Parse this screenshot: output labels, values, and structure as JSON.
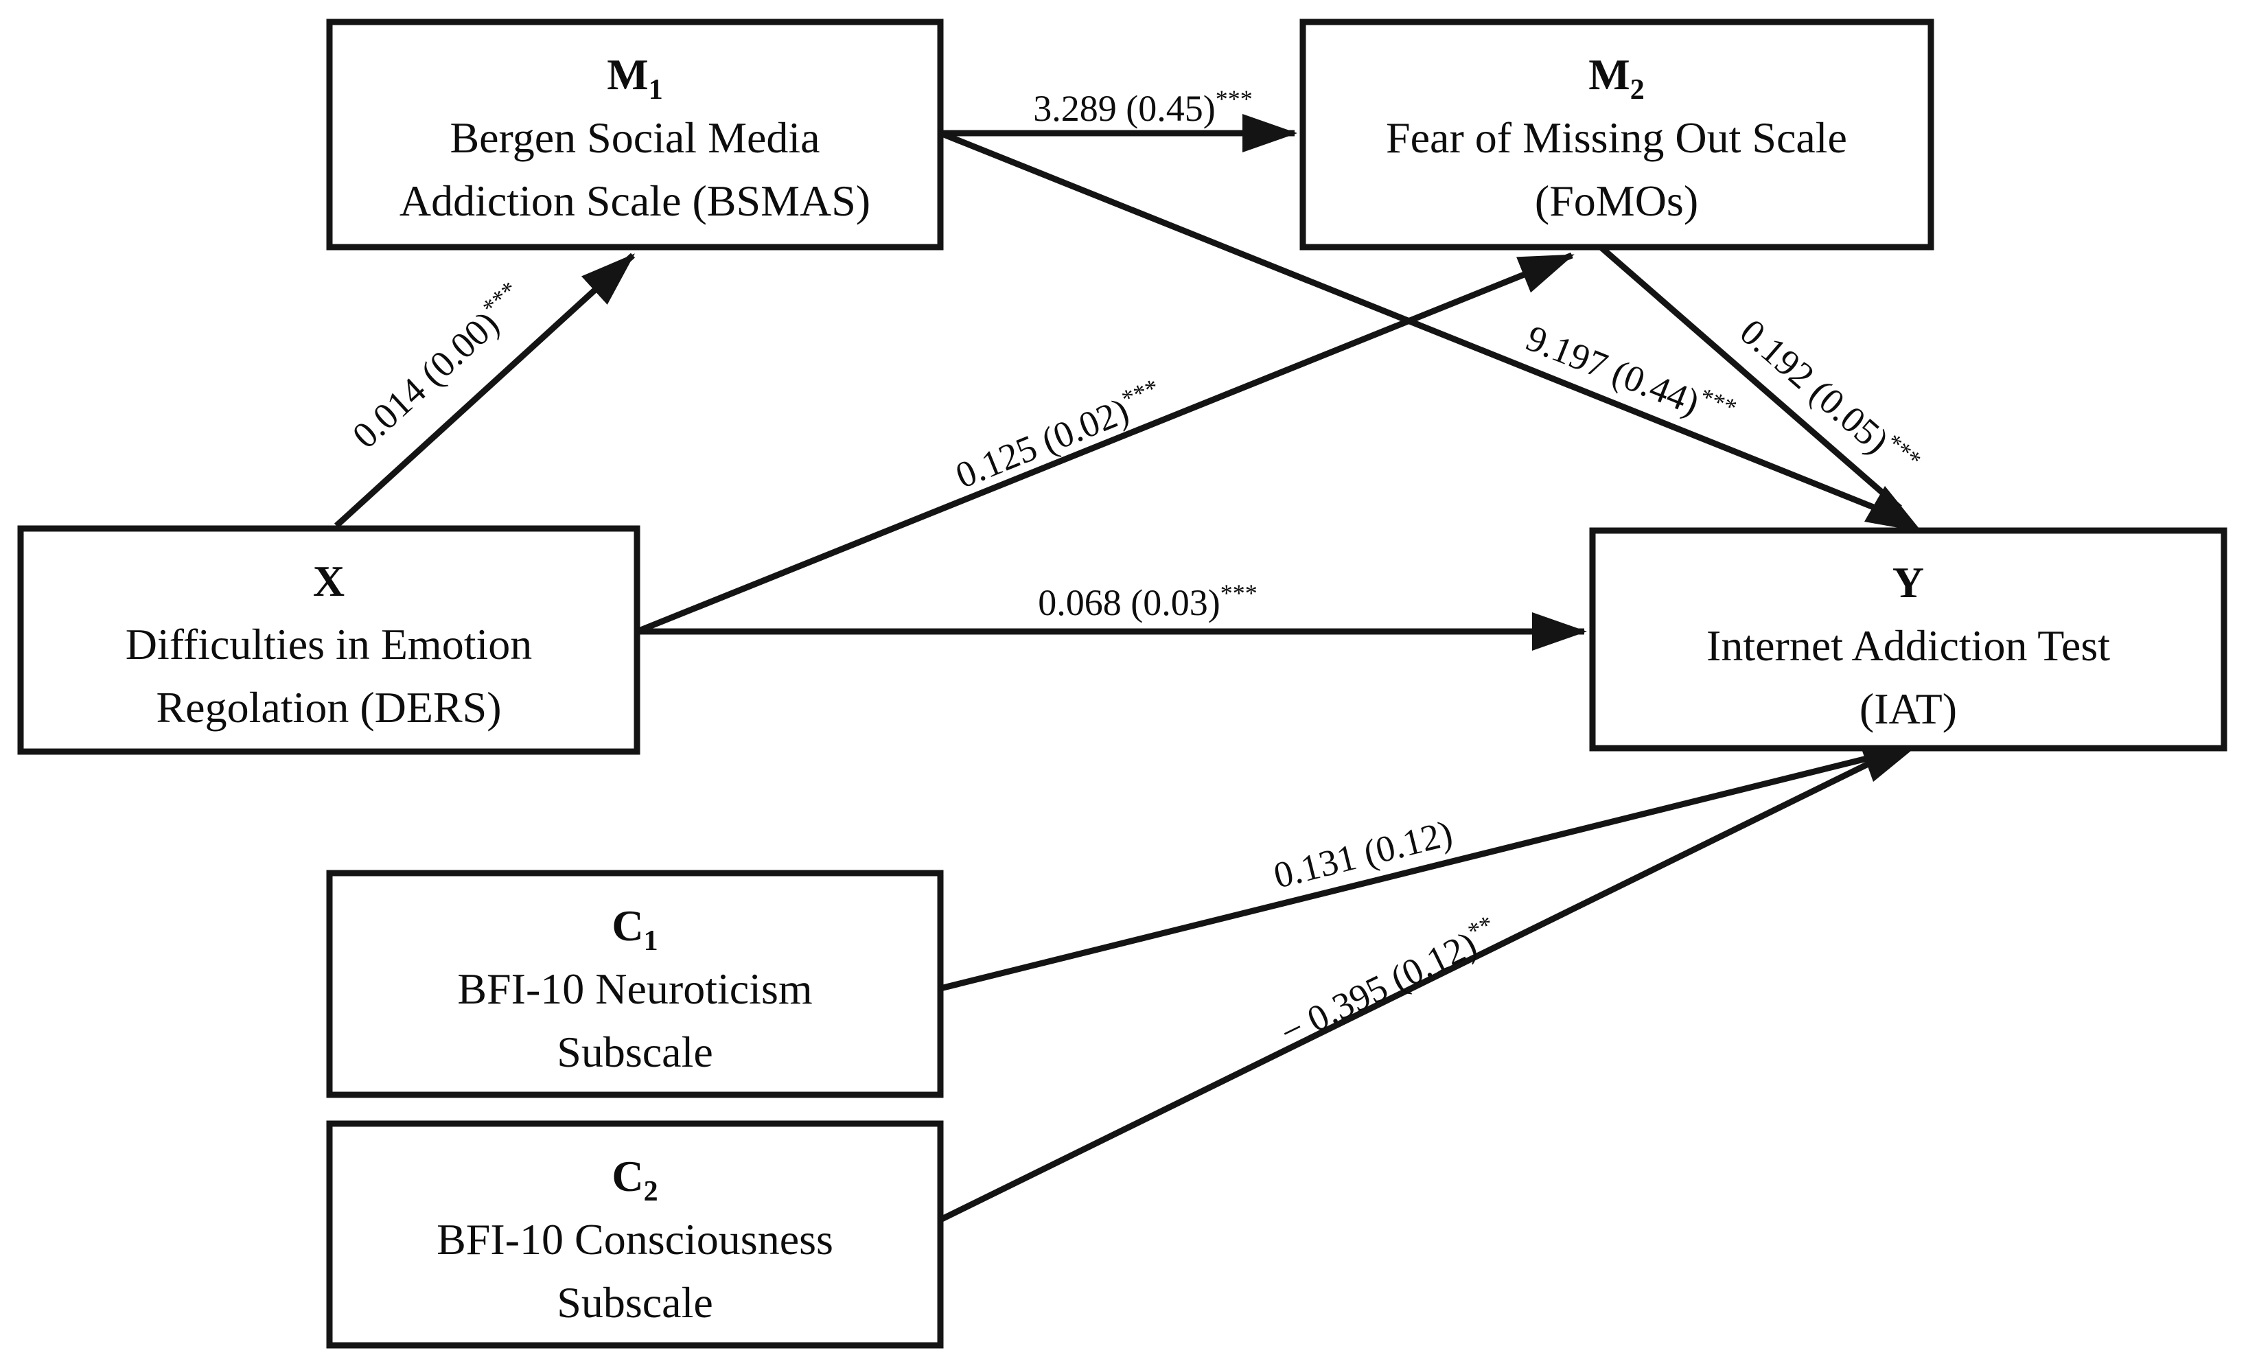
{
  "figure": {
    "background": "#ffffff",
    "line_color": "#141414",
    "description": "Mediation path model diagram"
  },
  "nodes": {
    "m1": {
      "symbol": "M",
      "subscript": "1",
      "lines": [
        "Bergen Social Media",
        "Addiction Scale (BSMAS)"
      ]
    },
    "m2": {
      "symbol": "M",
      "subscript": "2",
      "lines": [
        "Fear of Missing Out Scale",
        "(FoMOs)"
      ]
    },
    "x": {
      "symbol": "X",
      "subscript": "",
      "lines": [
        "Difficulties in Emotion",
        "Regolation (DERS)"
      ]
    },
    "y": {
      "symbol": "Y",
      "subscript": "",
      "lines": [
        "Internet Addiction Test",
        "(IAT)"
      ]
    },
    "c1": {
      "symbol": "C",
      "subscript": "1",
      "lines": [
        "BFI-10 Neuroticism",
        "Subscale"
      ]
    },
    "c2": {
      "symbol": "C",
      "subscript": "2",
      "lines": [
        "BFI-10 Consciousness",
        "Subscale"
      ]
    }
  },
  "edges": {
    "x_m1": {
      "coefficient": "0.014 (0.00)",
      "significance": "***"
    },
    "m1_m2": {
      "coefficient": "3.289 (0.45)",
      "significance": "***"
    },
    "x_m2": {
      "coefficient": "0.125 (0.02)",
      "significance": "***"
    },
    "m1_y": {
      "coefficient": "9.197 (0.44)",
      "significance": "***"
    },
    "m2_y": {
      "coefficient": "0.192 (0.05)",
      "significance": "***"
    },
    "x_y": {
      "coefficient": "0.068 (0.03)",
      "significance": "***"
    },
    "c1_y": {
      "coefficient": "0.131 (0.12)",
      "significance": ""
    },
    "c2_y": {
      "coefficient": "− 0.395 (0.12)",
      "significance": "**"
    }
  }
}
